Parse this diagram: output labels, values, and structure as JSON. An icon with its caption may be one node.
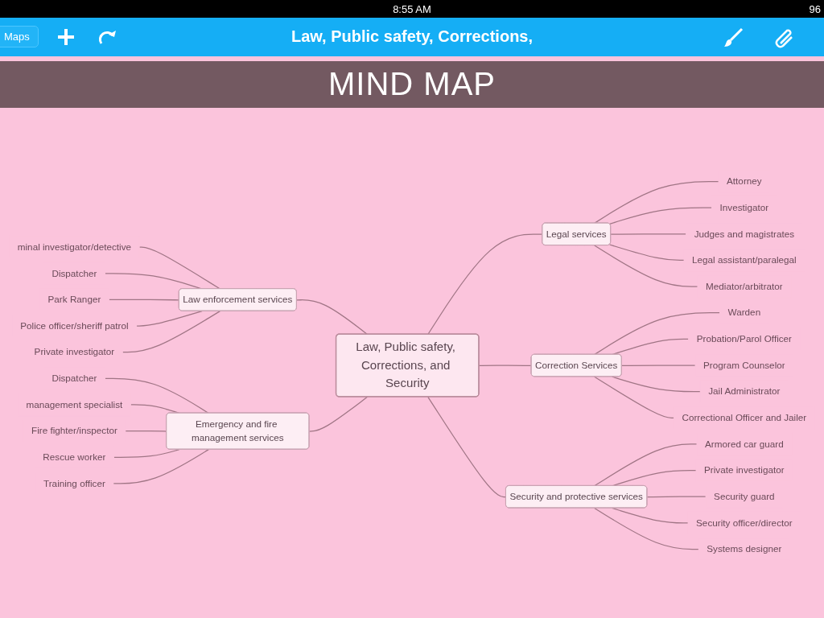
{
  "diagram": {
    "title": "MIND MAP",
    "nodes": [
      {
        "text": [
          "Law, Public safety, Corrections, and Security"
        ]
      },
      {
        "text": [
          "Legal services"
        ]
      },
      {
        "text": [
          "Attorney"
        ]
      },
      {
        "text": [
          "Investigator"
        ]
      },
      {
        "text": [
          "Judges and magistrates"
        ]
      },
      {
        "text": [
          "Legal assistant/paralegal"
        ]
      },
      {
        "text": [
          "Mediator/arbitrator"
        ]
      },
      {
        "text": [
          "Law enforcement services"
        ]
      },
      {
        "text": [
          "minal investigator/detective"
        ]
      },
      {
        "text": [
          "Dispatcher"
        ]
      },
      {
        "text": [
          "Park Ranger"
        ]
      },
      {
        "text": [
          "Police officer/sheriff patrol"
        ]
      },
      {
        "text": [
          "Private investigator"
        ]
      },
      {
        "text": [
          "Correction Services"
        ]
      },
      {
        "text": [
          "Warden"
        ]
      },
      {
        "text": [
          "Probation/Parol Officer"
        ]
      },
      {
        "text": [
          "Program Counselor"
        ]
      },
      {
        "text": [
          "Jail Administrator"
        ]
      },
      {
        "text": [
          "Correctional Officer and Jailer"
        ]
      },
      {
        "text": [
          "Emergency and fire management services"
        ]
      },
      {
        "text": [
          "Dispatcher"
        ]
      },
      {
        "text": [
          "management specialist"
        ]
      },
      {
        "text": [
          "Fire fighter/inspector"
        ]
      },
      {
        "text": [
          "Rescue worker"
        ]
      },
      {
        "text": [
          "Training officer"
        ]
      },
      {
        "text": [
          "Security and protective services"
        ]
      },
      {
        "text": [
          "Armored car guard"
        ]
      },
      {
        "text": [
          "Private investigator"
        ]
      },
      {
        "text": [
          "Security guard"
        ]
      },
      {
        "text": [
          "Security officer/director"
        ]
      },
      {
        "text": [
          "Systems designer"
        ]
      }
    ],
    "edges": [
      {
        "from": 0,
        "to": 1,
        "arrow": "none"
      },
      {
        "from": 1,
        "to": 2,
        "arrow": "none"
      },
      {
        "from": 1,
        "to": 3,
        "arrow": "none"
      },
      {
        "from": 1,
        "to": 4,
        "arrow": "none"
      },
      {
        "from": 1,
        "to": 5,
        "arrow": "none"
      },
      {
        "from": 1,
        "to": 6,
        "arrow": "none"
      },
      {
        "from": 0,
        "to": 7,
        "arrow": "none"
      },
      {
        "from": 7,
        "to": 8,
        "arrow": "none"
      },
      {
        "from": 7,
        "to": 9,
        "arrow": "none"
      },
      {
        "from": 7,
        "to": 10,
        "arrow": "none"
      },
      {
        "from": 7,
        "to": 11,
        "arrow": "none"
      },
      {
        "from": 7,
        "to": 12,
        "arrow": "none"
      },
      {
        "from": 0,
        "to": 13,
        "arrow": "none"
      },
      {
        "from": 13,
        "to": 14,
        "arrow": "none"
      },
      {
        "from": 13,
        "to": 15,
        "arrow": "none"
      },
      {
        "from": 13,
        "to": 16,
        "arrow": "none"
      },
      {
        "from": 13,
        "to": 17,
        "arrow": "none"
      },
      {
        "from": 13,
        "to": 18,
        "arrow": "none"
      },
      {
        "from": 0,
        "to": 19,
        "arrow": "none"
      },
      {
        "from": 19,
        "to": 20,
        "arrow": "none"
      },
      {
        "from": 19,
        "to": 21,
        "arrow": "none"
      },
      {
        "from": 19,
        "to": 22,
        "arrow": "none"
      },
      {
        "from": 19,
        "to": 23,
        "arrow": "none"
      },
      {
        "from": 19,
        "to": 24,
        "arrow": "none"
      },
      {
        "from": 0,
        "to": 25,
        "arrow": "none"
      },
      {
        "from": 25,
        "to": 26,
        "arrow": "none"
      },
      {
        "from": 25,
        "to": 27,
        "arrow": "none"
      },
      {
        "from": 25,
        "to": 28,
        "arrow": "none"
      },
      {
        "from": 25,
        "to": 29,
        "arrow": "none"
      },
      {
        "from": 25,
        "to": 30,
        "arrow": "none"
      }
    ],
    "labels": [
      "8:55 AM",
      "96",
      "Maps",
      "Law, Public safety, Corrections,"
    ]
  }
}
